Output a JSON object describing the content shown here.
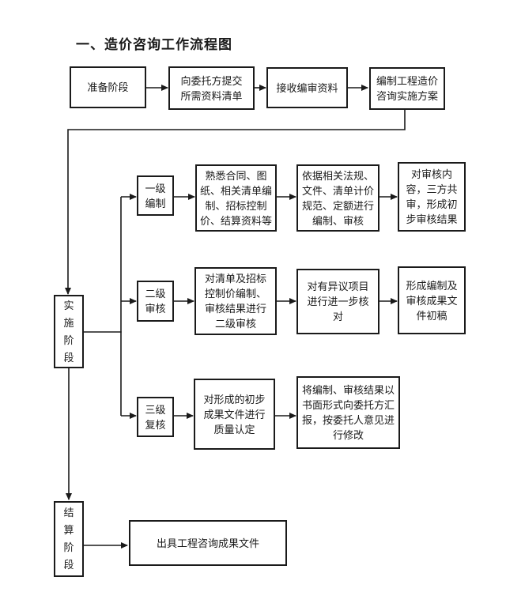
{
  "title": "一、造价咨询工作流程图",
  "colors": {
    "background": "#ffffff",
    "line": "#1a1a1a",
    "box_border": "#1a1a1a",
    "text": "#1a1a1a"
  },
  "top_row": {
    "stage_label": "准备阶段",
    "steps": [
      "向委托方提交所需资料清单",
      "接收编审资料",
      "编制工程造价咨询实施方案"
    ]
  },
  "implementation": {
    "stage_label": "实施阶段",
    "rows": [
      {
        "level": "一级编制",
        "steps": [
          "熟悉合同、图纸、相关清单编制、招标控制价、结算资料等",
          "依据相关法规、文件、清单计价规范、定额进行编制、审核",
          "对审核内容，三方共审，形成初步审核结果"
        ]
      },
      {
        "level": "二级审核",
        "steps": [
          "对清单及招标控制价编制、审核结果进行二级审核",
          "对有异议项目进行进一步核对",
          "形成编制及审核成果文件初稿"
        ]
      },
      {
        "level": "三级复核",
        "steps": [
          "对形成的初步成果文件进行质量认定",
          "将编制、审核结果以书面形式向委托方汇报，按委托人意见进行修改"
        ]
      }
    ]
  },
  "settlement": {
    "stage_label": "结算阶段",
    "steps": [
      "出具工程咨询成果文件"
    ]
  }
}
